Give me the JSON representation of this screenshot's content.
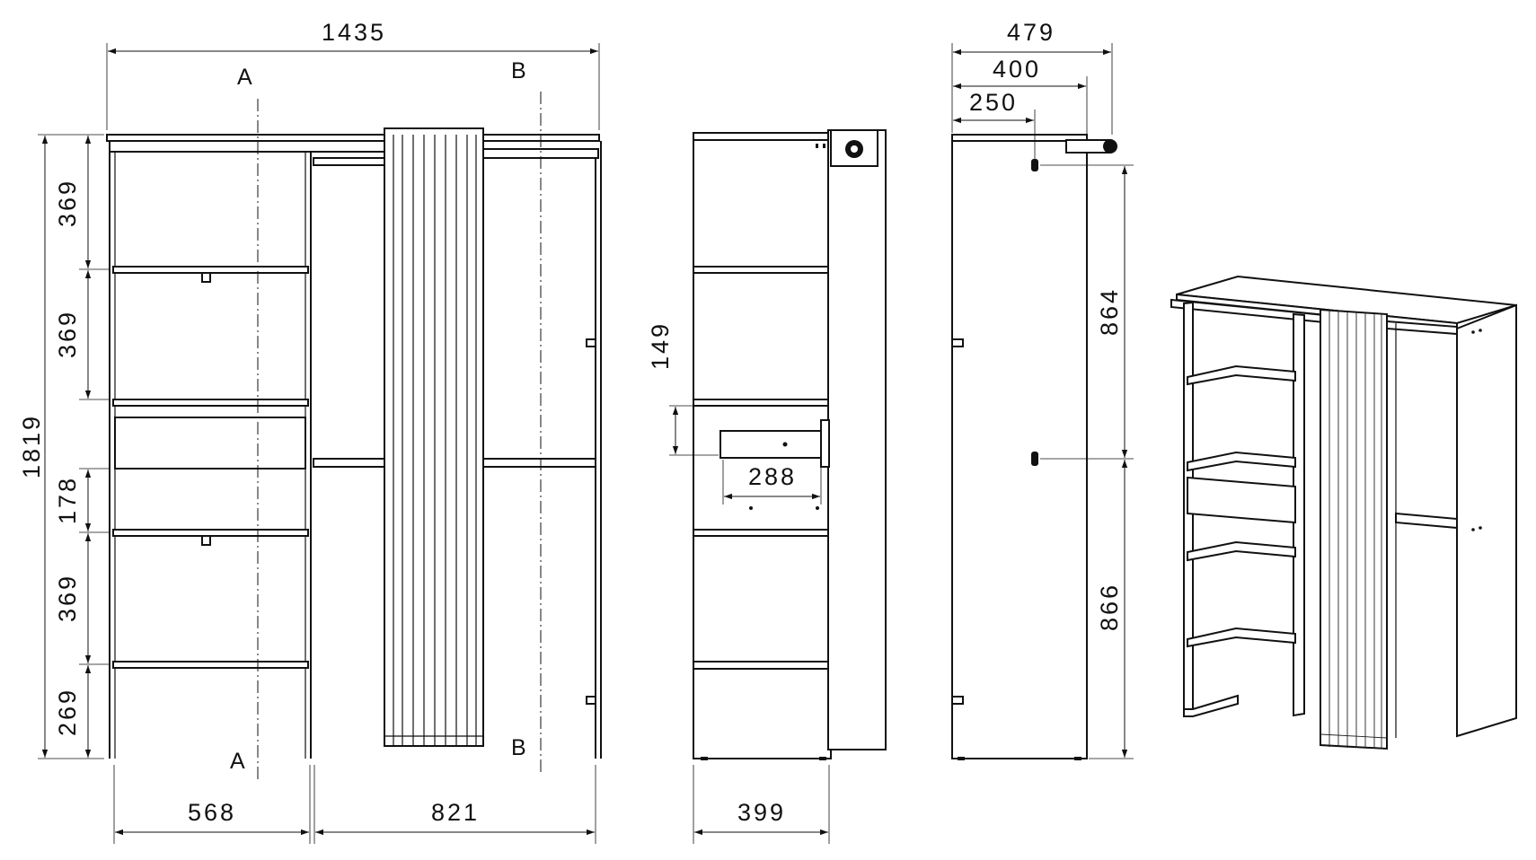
{
  "front_view": {
    "overall_width": "1435",
    "overall_height": "1819",
    "left_width": "568",
    "right_width": "821",
    "shelf_spacing_1": "369",
    "shelf_spacing_2": "369",
    "drawer_height": "178",
    "shelf_spacing_3": "369",
    "bottom_spacing": "269",
    "section_a_top": "A",
    "section_a_bottom": "A",
    "section_b_top": "B",
    "section_b_bottom": "B"
  },
  "section_a_view": {
    "drawer_height": "149",
    "drawer_depth": "288",
    "cabinet_depth": "399"
  },
  "section_b_view": {
    "total_depth": "479",
    "depth_400": "400",
    "depth_250": "250",
    "upper_height": "864",
    "lower_height": "866"
  }
}
